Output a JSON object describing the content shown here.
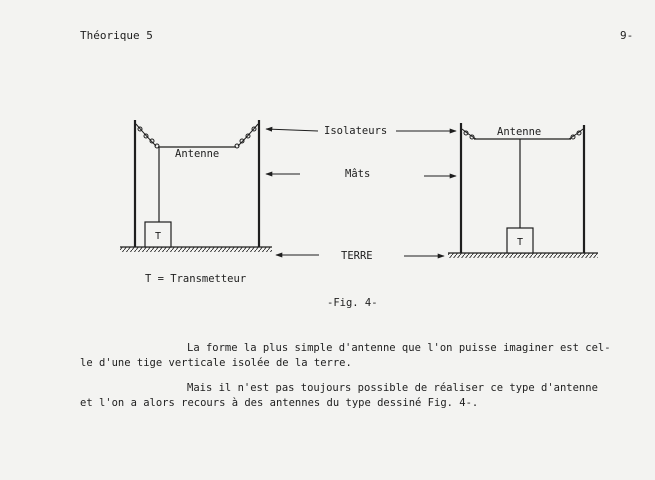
{
  "header": {
    "left": "Théorique 5",
    "right": "9-"
  },
  "figure": {
    "label_isolateurs": "Isolateurs",
    "label_mats": "Mâts",
    "label_terre": "TERRE",
    "label_antenne_left": "Antenne",
    "label_antenne_right": "Antenne",
    "box_left": "T",
    "box_right": "T",
    "legend": "T = Transmetteur",
    "caption": "-Fig. 4-"
  },
  "body": {
    "p1_line1": "La forme la plus simple d'antenne que l'on puisse imaginer est cel-",
    "p1_line2": "le d'une tige verticale isolée de la terre.",
    "p2_line1": "Mais il n'est pas toujours possible de réaliser ce type d'antenne",
    "p2_line2": "et l'on a alors recours à des antennes du type dessiné Fig. 4-."
  }
}
